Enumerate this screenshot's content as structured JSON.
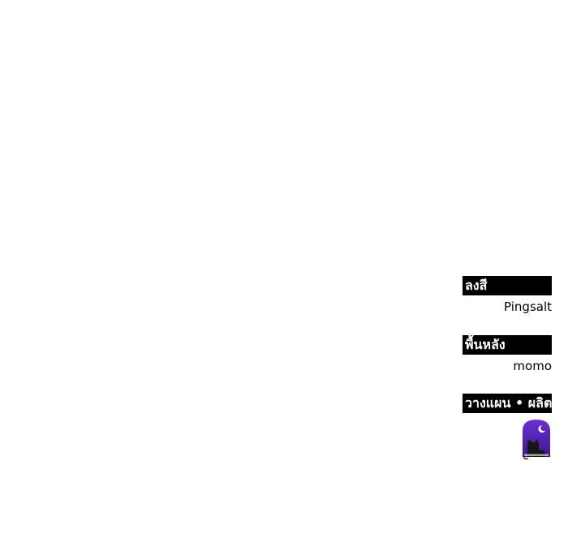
{
  "credits": [
    {
      "label": "ลงสี",
      "name": "Pingsalt"
    },
    {
      "label": "พื้นหลัง",
      "name": "momo"
    },
    {
      "label": "วางแผน • ผลิต"
    }
  ],
  "logo": {
    "icon": "cat-moon-logo",
    "colors": {
      "sky_top": "#6d2fd6",
      "sky_bottom": "#3a1a8a",
      "cat": "#161616",
      "moon": "#ffffff"
    }
  }
}
